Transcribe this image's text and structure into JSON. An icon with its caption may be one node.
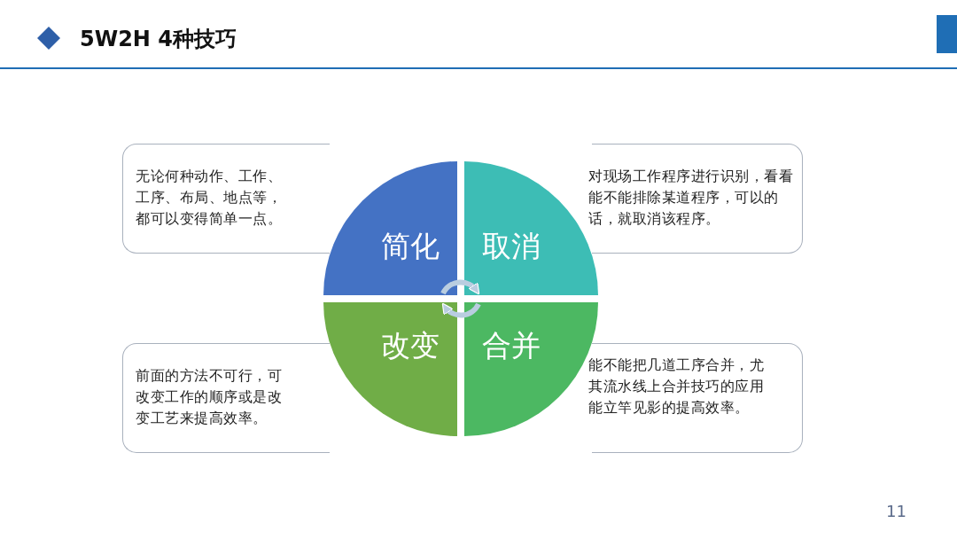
{
  "diagram": {
    "title": "5W2H 4种技巧",
    "nodes": [
      {
        "text": [
          "无论何种动作、工作、工序、布局、地点等，都可以变得简单一点。"
        ]
      },
      {
        "text": [
          "简化"
        ]
      },
      {
        "text": [
          "取消"
        ]
      },
      {
        "text": [
          "对现场工作程序进行识别，看看能不能排除某道程序，可以的话，就取消该程序。"
        ]
      },
      {
        "text": [
          "改变"
        ]
      },
      {
        "text": [
          "合并"
        ]
      },
      {
        "text": [
          "前面的方法不可行，可改变工作的顺序或是改变工艺来提高效率。"
        ]
      },
      {
        "text": [
          "能不能把几道工序合并，尤其流水线上合并技巧的应用能立竿见影的提高效率。"
        ]
      }
    ],
    "edges": [
      {
        "from": 1,
        "to": 2,
        "arrow": "to"
      },
      {
        "from": 5,
        "to": 4,
        "arrow": "to"
      }
    ],
    "labels": [
      "11"
    ]
  }
}
